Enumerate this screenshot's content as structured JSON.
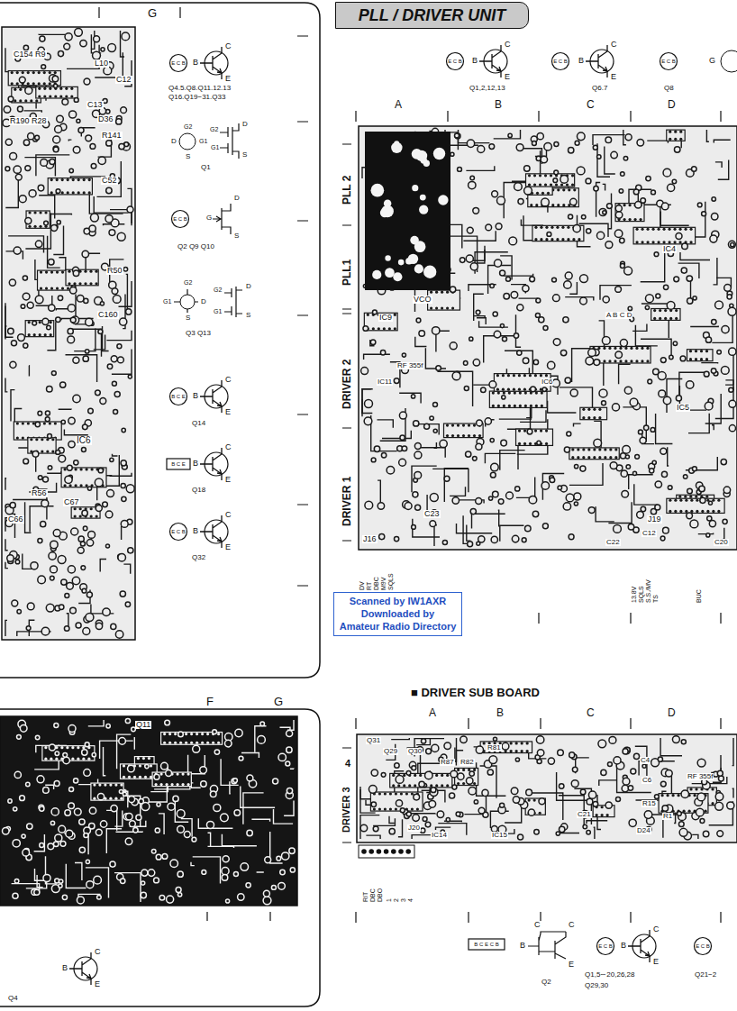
{
  "diagram": {
    "title": "PLL / DRIVER UNIT",
    "nodes": [
      {
        "text": [
          "Scanned by IW1AXR",
          "Downloaded by",
          "Amateur Radio Directory"
        ]
      }
    ],
    "labels": [
      "G",
      "C154 R9",
      "L10",
      "C12",
      "C13",
      "R190 R28",
      "D36",
      "R141",
      "C52",
      "R50",
      "C160",
      "IC6",
      "R56",
      "C67",
      "C66",
      "E C B",
      "C",
      "B",
      "E",
      "Q4.5.Q8.Q11.12.13",
      "Q16.Q19−31.Q33",
      "G2",
      "D",
      "G1",
      "S",
      "G2",
      "G1",
      "D",
      "S",
      "Q1",
      "E C B",
      "G",
      "D",
      "S",
      "Q2 Q9 Q10",
      "G2",
      "G1",
      "D",
      "S",
      "G2",
      "G1",
      "D",
      "S",
      "Q3 Q13",
      "B C E",
      "C",
      "B",
      "E",
      "Q14",
      "B C E",
      "C",
      "B",
      "E",
      "Q18",
      "E C B",
      "C",
      "B",
      "E",
      "Q32",
      "F",
      "G",
      "Q11",
      "C",
      "B",
      "E",
      "Q4",
      "E C B",
      "C",
      "B",
      "E",
      "Q1,2,12,13",
      "E C B",
      "C",
      "B",
      "E",
      "Q6.7",
      "E C B",
      "G",
      "Q8",
      "A",
      "B",
      "C",
      "D",
      "PLL 2",
      "PLL1",
      "DRIVER 2",
      "DRIVER 1",
      "VCO",
      "IC9",
      "RF 355f",
      "IC11",
      "IC6",
      "IC5",
      "IC4",
      "A B C D",
      "C23",
      "J16",
      "J19",
      "C12",
      "C22",
      "C20",
      "DV",
      "RT",
      "DBC",
      "M9V",
      "SQLS",
      "13.8V",
      "SQLS",
      "S.S./MV",
      "TS",
      "BUC",
      "■ DRIVER SUB BOARD",
      "A",
      "B",
      "C",
      "D",
      "4",
      "DRIVER 3",
      "Q31",
      "Q29",
      "Q30",
      "R87",
      "R82",
      "R81",
      "C4",
      "C6",
      "RF 355f",
      "R15",
      "R1",
      "D24",
      "J20",
      "IC14",
      "IC15",
      "C21",
      "RIT",
      "DBC",
      "DBO",
      "1",
      "2",
      "3",
      "4",
      "B C E C B",
      "B",
      "C",
      "C",
      "E",
      "Q2",
      "E C B",
      "C",
      "B",
      "E",
      "Q1,5∼20,26,28",
      "Q29,30",
      "E C B",
      "Q21−2"
    ]
  }
}
